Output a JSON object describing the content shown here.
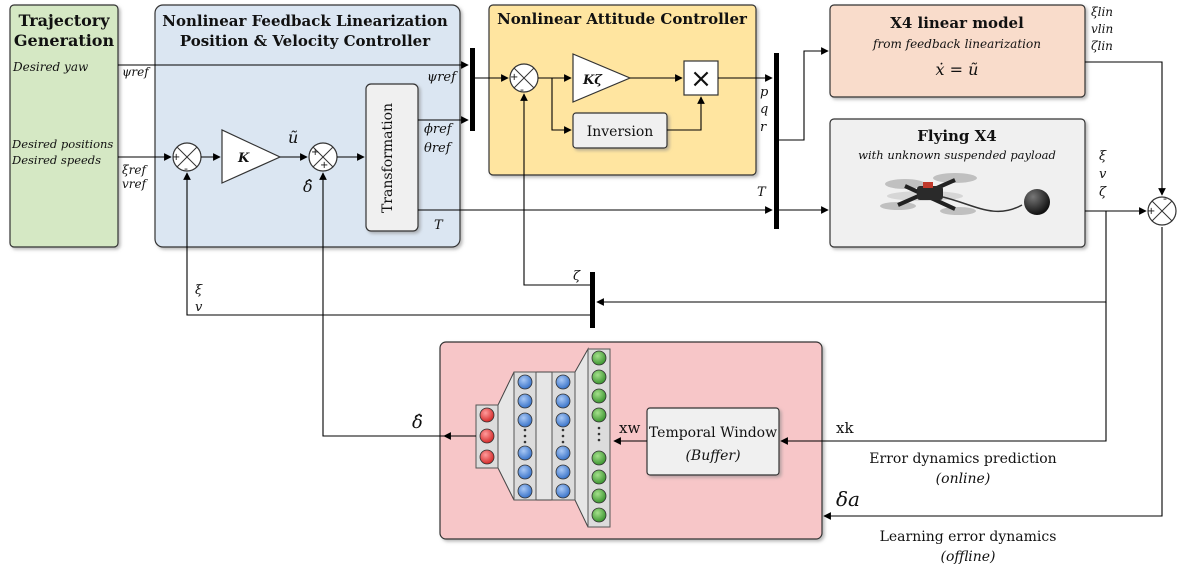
{
  "colors": {
    "trajectory_fill": "#d5e8c4",
    "position_fill": "#dbe6f2",
    "attitude_fill": "#ffe5a0",
    "linear_model_fill": "#f9dccb",
    "flying_fill": "#f0f0f0",
    "nn_fill": "#f7c6c8",
    "neuron_red": "#e03c3c",
    "neuron_blue": "#4f86d6",
    "neuron_green": "#4aa83a"
  },
  "trajectory": {
    "title_line1": "Trajectory",
    "title_line2": "Generation",
    "desired_yaw": "Desired yaw",
    "desired_positions": "Desired positions",
    "desired_speeds": "Desired speeds",
    "psi_ref": "ψref",
    "xi_ref": "ξref",
    "v_ref": "vref"
  },
  "position_controller": {
    "title_line1": "Nonlinear Feedback Linearization",
    "title_line2": "Position & Velocity Controller",
    "gain": "K",
    "u_tilde": "ũ",
    "delta_hat": "δ̂",
    "transformation": "Transformation",
    "psi_ref": "ψref",
    "phi_ref": "ϕref",
    "theta_ref": "θref",
    "thrust": "T",
    "plus": "+",
    "minus": "-"
  },
  "attitude_controller": {
    "title": "Nonlinear Attitude Controller",
    "gain": "Kζ",
    "inversion": "Inversion",
    "multiply": "×",
    "p": "p",
    "q": "q",
    "r": "r",
    "thrust": "T"
  },
  "linear_model": {
    "title": "X4 linear model",
    "subtitle": "from feedback linearization",
    "equation": "ẋ = ũ",
    "xi_lin": "ξlin",
    "v_lin": "vlin",
    "zeta_lin": "ζlin"
  },
  "flying": {
    "title": "Flying X4",
    "subtitle": "with unknown suspended payload",
    "xi": "ξ",
    "v": "v",
    "zeta": "ζ"
  },
  "feedback": {
    "zeta": "ζ",
    "xi": "ξ",
    "v": "v"
  },
  "network": {
    "temporal_window": "Temporal Window",
    "buffer": "(Buffer)",
    "x_w": "xw",
    "x_k": "xk",
    "delta_hat": "δ̂",
    "delta_a": "δa",
    "online_line1": "Error dynamics prediction",
    "online_line2": "(online)",
    "offline_line1": "Learning error dynamics",
    "offline_line2": "(offline)"
  }
}
